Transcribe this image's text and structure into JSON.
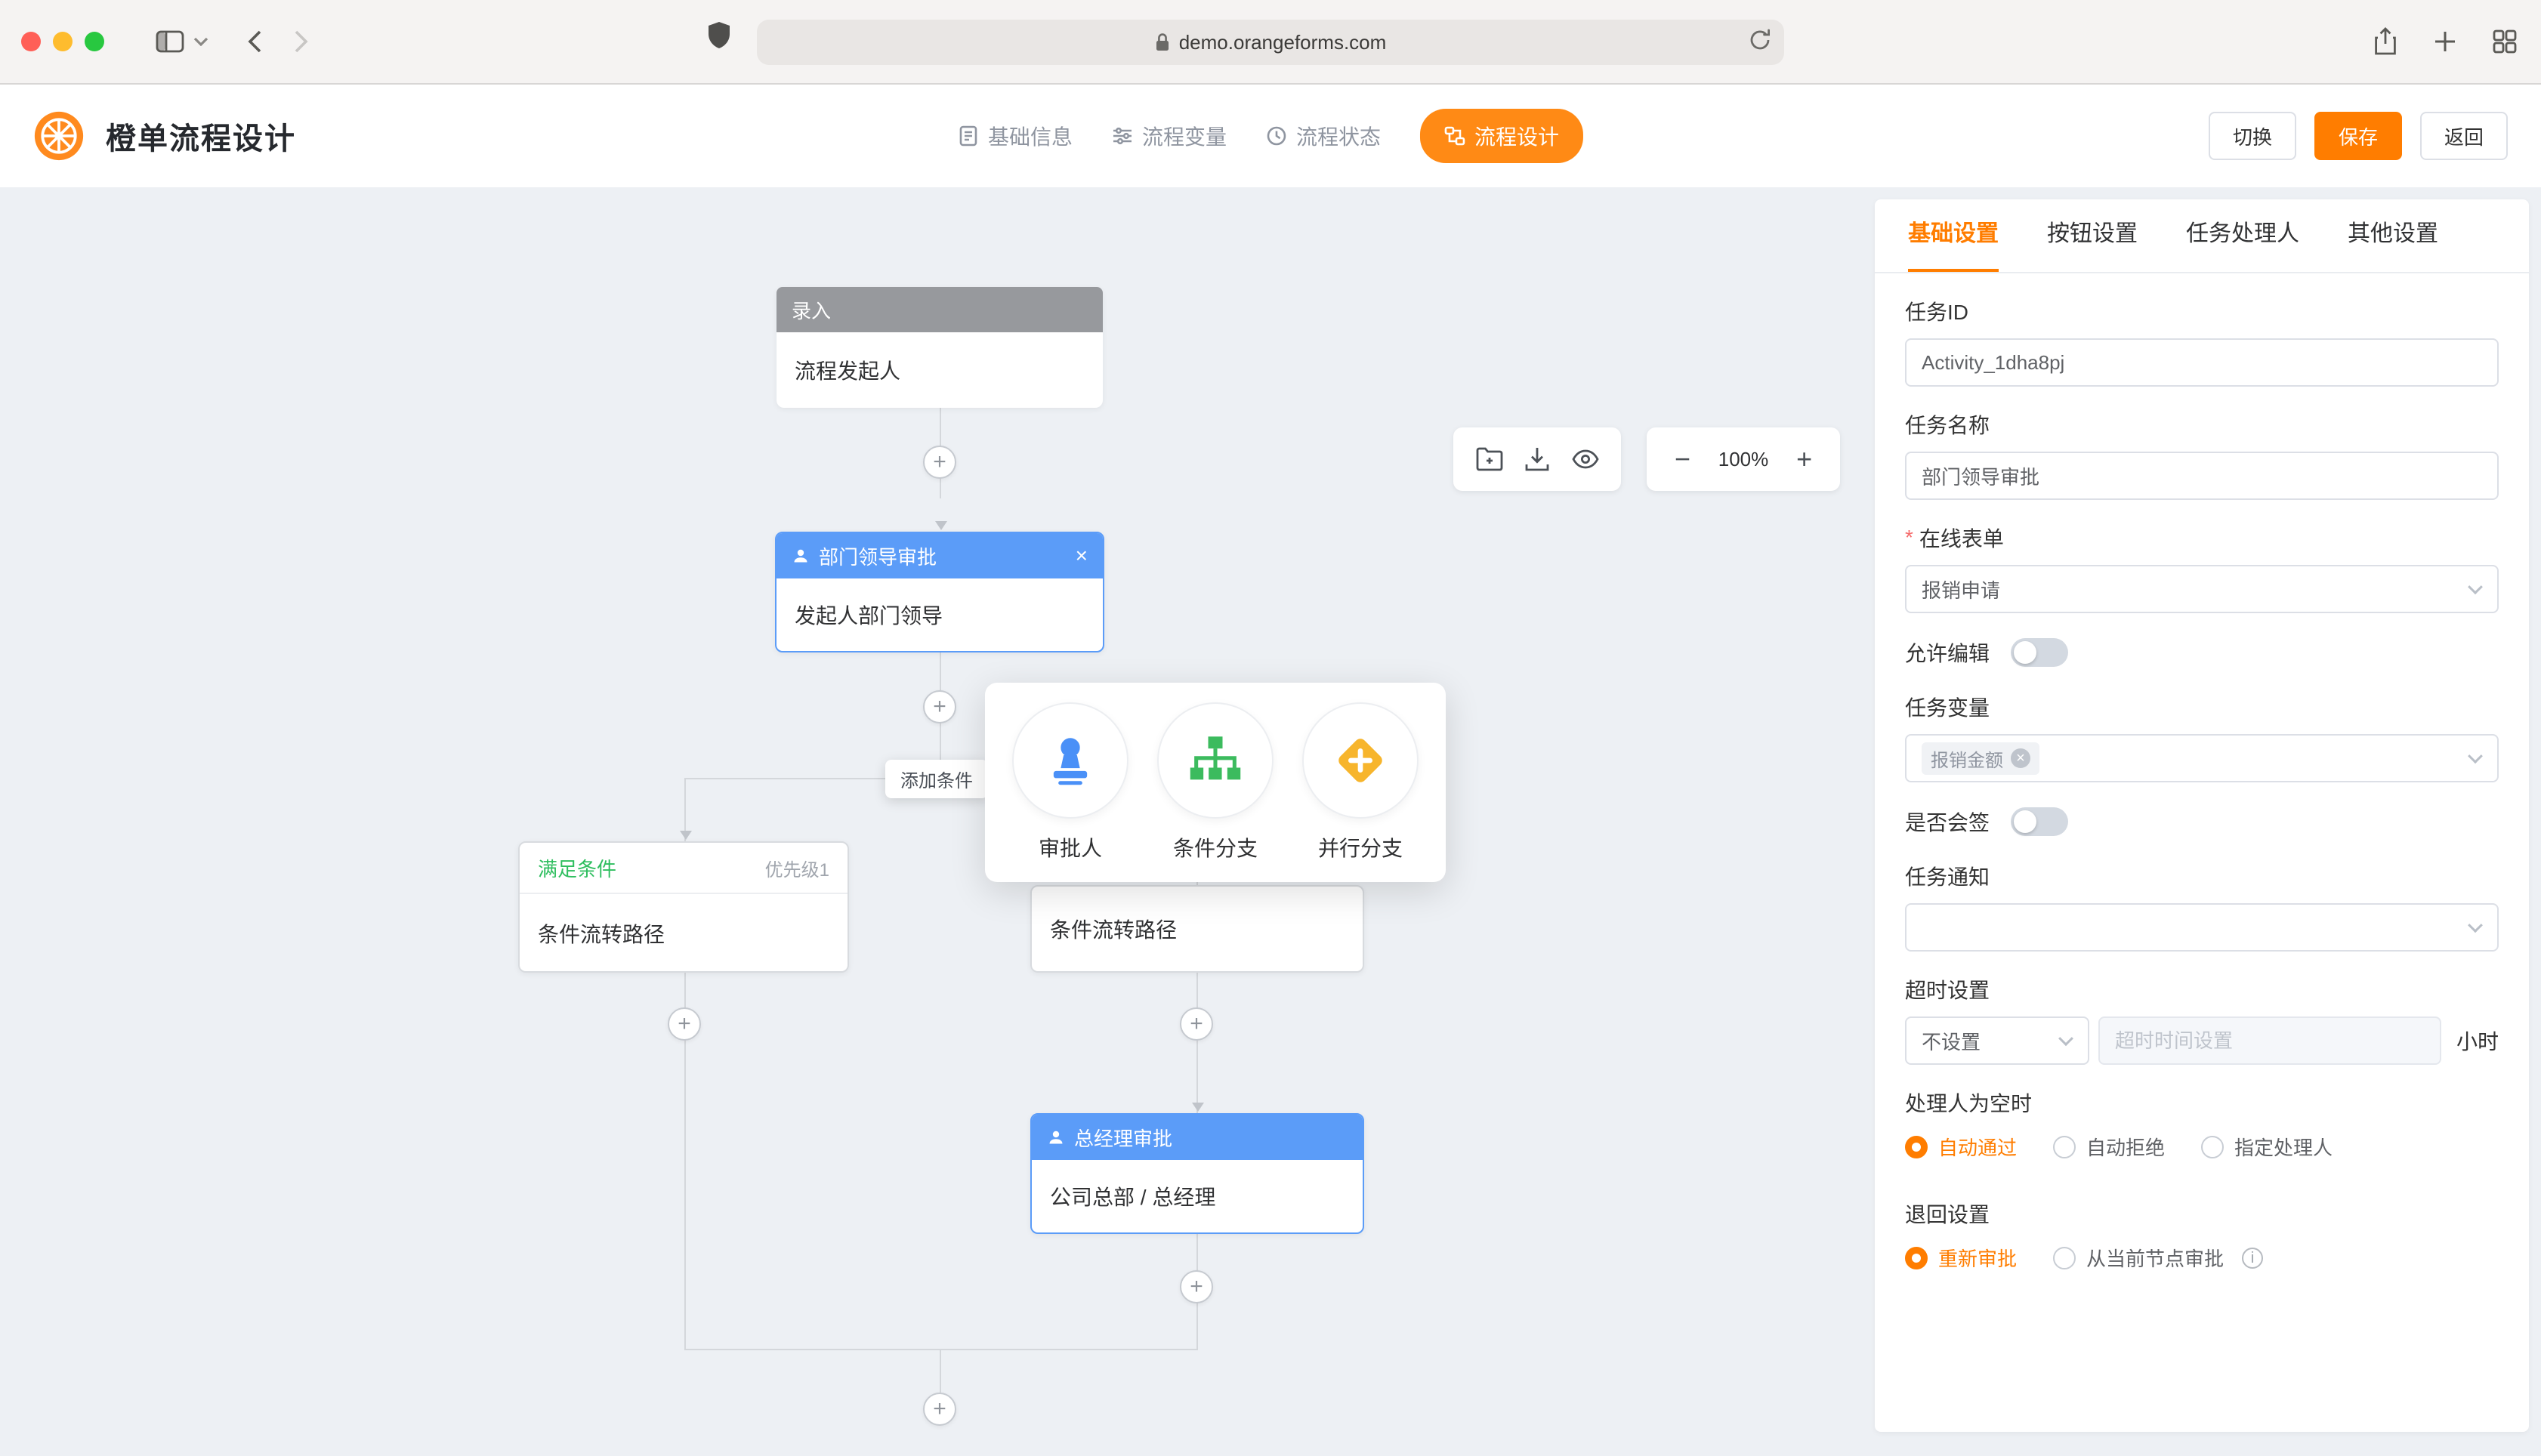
{
  "browser": {
    "url": "demo.orangeforms.com"
  },
  "header": {
    "title": "橙单流程设计",
    "nav": [
      {
        "label": "基础信息"
      },
      {
        "label": "流程变量"
      },
      {
        "label": "流程状态"
      },
      {
        "label": "流程设计"
      }
    ],
    "actions": {
      "switch": "切换",
      "save": "保存",
      "back": "返回"
    }
  },
  "canvas": {
    "toolbar": {
      "zoom": "100%"
    },
    "tooltip": "添加条件",
    "nodes": {
      "start": {
        "header": "录入",
        "body": "流程发起人"
      },
      "dept": {
        "header": "部门领导审批",
        "body": "发起人部门领导"
      },
      "cond_left": {
        "title": "满足条件",
        "priority": "优先级1",
        "body": "条件流转路径"
      },
      "cond_right": {
        "body": "条件流转路径"
      },
      "gm": {
        "header": "总经理审批",
        "body": "公司总部 / 总经理"
      }
    },
    "add_menu": [
      {
        "label": "审批人"
      },
      {
        "label": "条件分支"
      },
      {
        "label": "并行分支"
      }
    ]
  },
  "panel": {
    "tabs": [
      {
        "label": "基础设置"
      },
      {
        "label": "按钮设置"
      },
      {
        "label": "任务处理人"
      },
      {
        "label": "其他设置"
      }
    ],
    "task_id": {
      "label": "任务ID",
      "value": "Activity_1dha8pj"
    },
    "task_name": {
      "label": "任务名称",
      "value": "部门领导审批"
    },
    "online_form": {
      "label": "在线表单",
      "value": "报销申请"
    },
    "allow_edit": {
      "label": "允许编辑"
    },
    "task_var": {
      "label": "任务变量",
      "tag": "报销金额"
    },
    "countersign": {
      "label": "是否会签"
    },
    "notify": {
      "label": "任务通知"
    },
    "timeout": {
      "label": "超时设置",
      "select": "不设置",
      "placeholder": "超时时间设置",
      "unit": "小时"
    },
    "empty_handler": {
      "label": "处理人为空时",
      "options": [
        {
          "label": "自动通过"
        },
        {
          "label": "自动拒绝"
        },
        {
          "label": "指定处理人"
        }
      ]
    },
    "return_setting": {
      "label": "退回设置",
      "options": [
        {
          "label": "重新审批"
        },
        {
          "label": "从当前节点审批"
        }
      ]
    }
  },
  "colors": {
    "accent": "#ff7d00",
    "node_blue": "#5b9cf8",
    "green": "#2fbe5f",
    "gateway_orange": "#f7b52c"
  }
}
